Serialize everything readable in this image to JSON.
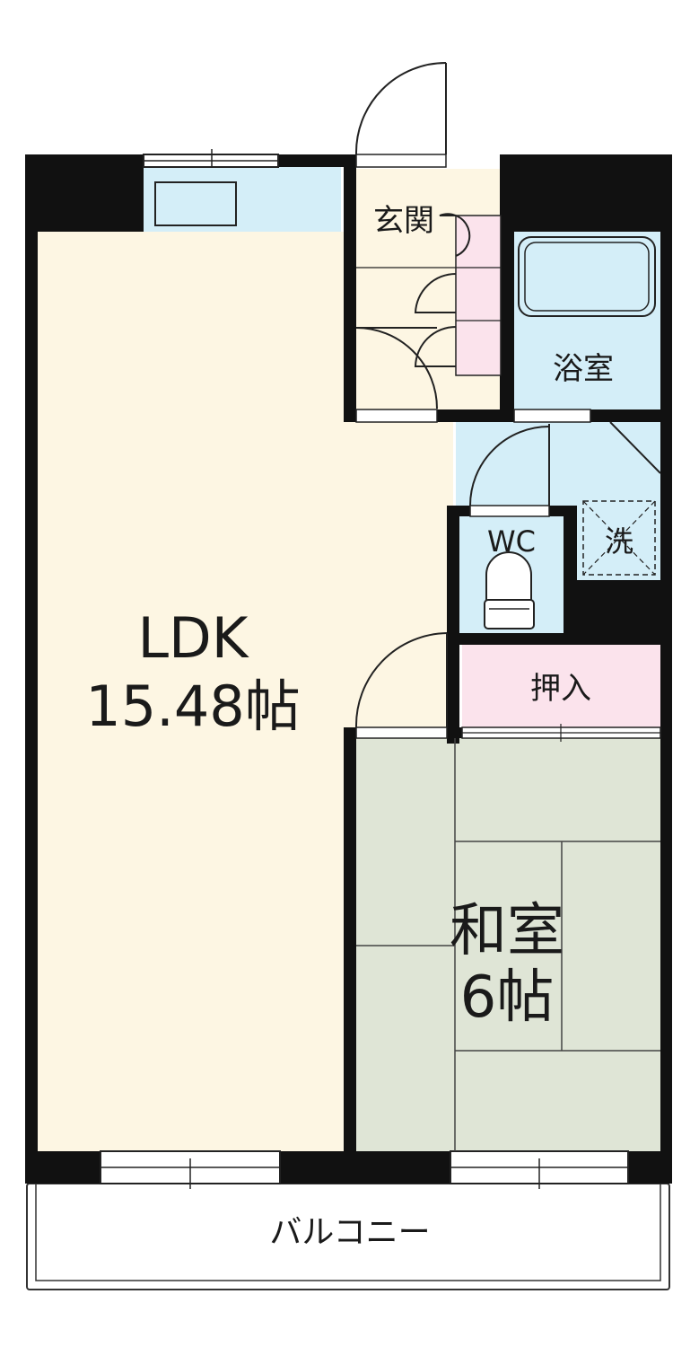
{
  "rooms": {
    "ldk": {
      "name": "LDK",
      "size": "15.48帖"
    },
    "washitsu": {
      "name": "和室",
      "size": "6帖"
    },
    "genkan": {
      "name": "玄関"
    },
    "bath": {
      "name": "浴室"
    },
    "wc": {
      "name": "WC"
    },
    "laundry": {
      "name": "洗"
    },
    "closet": {
      "name": "押入"
    },
    "balcony": {
      "name": "バルコニー"
    }
  },
  "colors": {
    "ldk": "#fdf6e3",
    "wet_area": "#d4eef8",
    "closet": "#fbe3ec",
    "tatami": "#dfe5d6",
    "wall": "#111111"
  }
}
